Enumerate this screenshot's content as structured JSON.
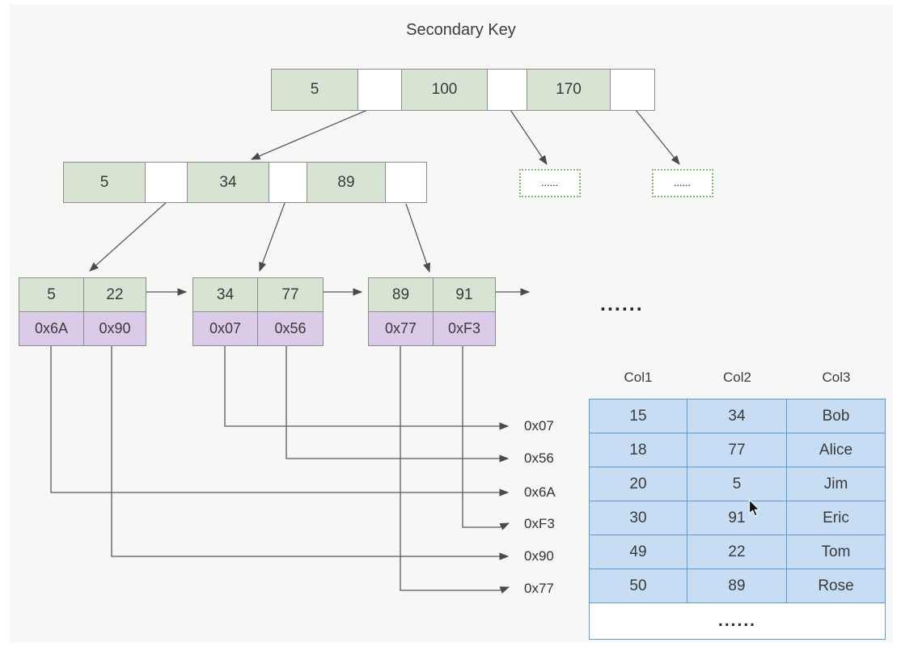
{
  "title": "Secondary Key",
  "tree": {
    "root": {
      "keys": [
        "5",
        "100",
        "170"
      ]
    },
    "internal": {
      "keys": [
        "5",
        "34",
        "89"
      ]
    },
    "overflow": [
      "......",
      "......"
    ],
    "leaves": [
      {
        "keys": [
          "5",
          "22"
        ],
        "ptrs": [
          "0x6A",
          "0x90"
        ]
      },
      {
        "keys": [
          "34",
          "77"
        ],
        "ptrs": [
          "0x07",
          "0x56"
        ]
      },
      {
        "keys": [
          "89",
          "91"
        ],
        "ptrs": [
          "0x77",
          "0xF3"
        ]
      }
    ],
    "ellipsis": "......"
  },
  "pointers": [
    "0x07",
    "0x56",
    "0x6A",
    "0xF3",
    "0x90",
    "0x77"
  ],
  "table": {
    "headers": [
      "Col1",
      "Col2",
      "Col3"
    ],
    "rows": [
      [
        "15",
        "34",
        "Bob"
      ],
      [
        "18",
        "77",
        "Alice"
      ],
      [
        "20",
        "5",
        "Jim"
      ],
      [
        "30",
        "91",
        "Eric"
      ],
      [
        "49",
        "22",
        "Tom"
      ],
      [
        "50",
        "89",
        "Rose"
      ]
    ],
    "ellipsis": "......"
  },
  "colors": {
    "key_fill": "#d8e4d3",
    "pointer_fill": "#dacbe9",
    "table_fill": "#c6ddf4",
    "table_border": "#5b9bd5",
    "dotted_border": "#85b377",
    "line": "#5a5a5a",
    "background": "#f7f7f6"
  }
}
